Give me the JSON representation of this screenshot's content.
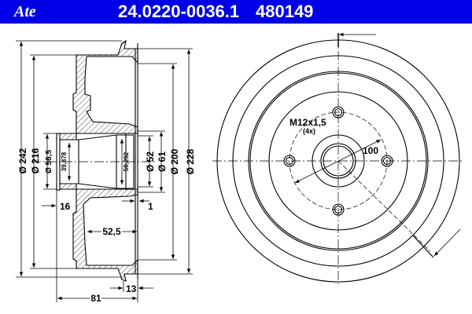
{
  "header": {
    "brand": "Ate",
    "part_number": "24.0220-0036.1",
    "ref_number": "480149",
    "color": "#0000e6"
  },
  "side_view": {
    "d_outer": "Ø 242",
    "d_216": "Ø 216",
    "d_hub": "Ø 56,5",
    "d_bore1": "39,878",
    "d_bore2": "50,292",
    "d_52": "Ø 52",
    "d_61": "Ø 61",
    "d_200": "Ø 200",
    "d_228": "Ø 228",
    "dim_16": "16",
    "dim_1": "1",
    "dim_52_5": "52,5",
    "dim_13": "13",
    "dim_81": "81"
  },
  "front_view": {
    "thread": "M12x1,5",
    "thread_count": "(4x)",
    "pcd": "100"
  }
}
